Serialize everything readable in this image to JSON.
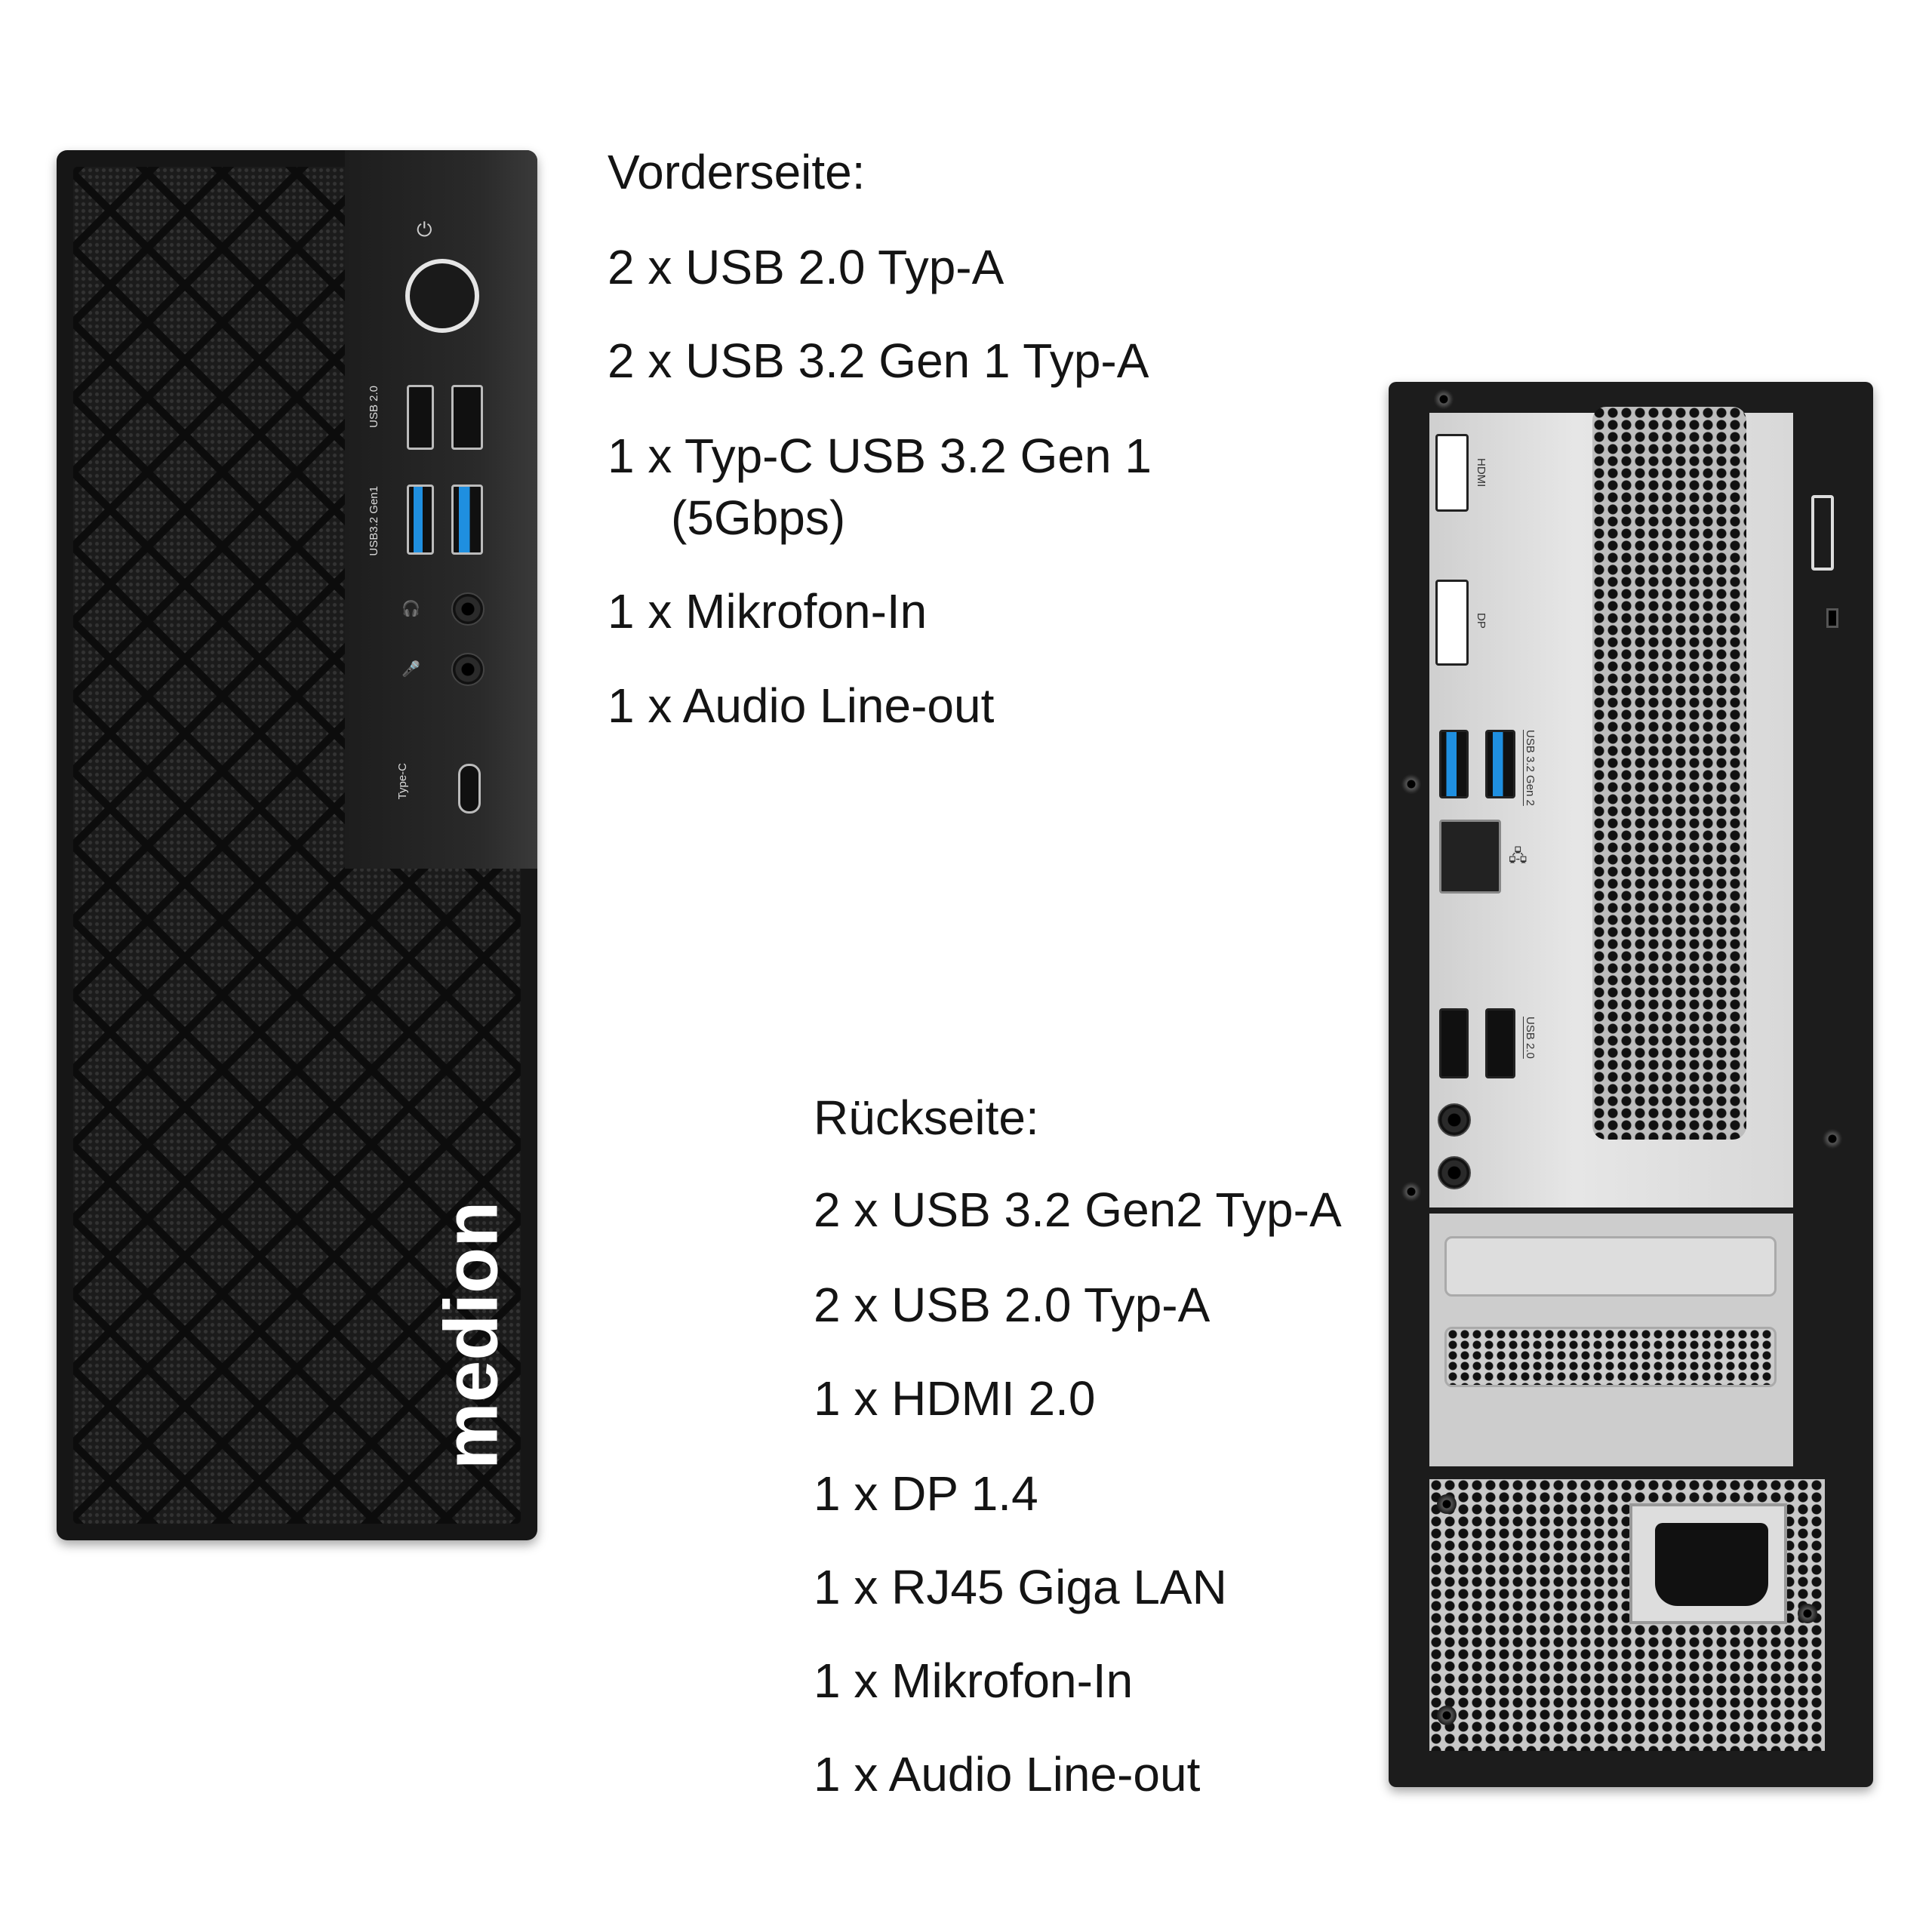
{
  "front": {
    "heading": "Vorderseite:",
    "items": [
      "2 x USB 2.0 Typ-A",
      "2 x USB 3.2 Gen 1 Typ-A",
      "1 x Typ-C USB 3.2 Gen 1",
      "(5Gbps)",
      "1 x Mikrofon-In",
      "1 x Audio Line-out"
    ],
    "labels": {
      "usb2": "USB 2.0",
      "usb3": "USB3.2 Gen1",
      "typec": "Type-C",
      "brand": "medion"
    }
  },
  "rear": {
    "heading": "Rückseite:",
    "items": [
      "2 x USB 3.2 Gen2 Typ-A",
      "2 x USB 2.0 Typ-A",
      "1 x HDMI 2.0",
      "1 x DP 1.4",
      "1 x RJ45 Giga LAN",
      "1 x Mikrofon-In",
      "1 x Audio Line-out"
    ],
    "labels": {
      "hdmi": "HDMI",
      "dp": "DP",
      "usb3": "USB 3.2 Gen 2",
      "usb2": "USB 2.0"
    }
  },
  "colors": {
    "usb3_blue": "#1f8fe0",
    "case": "#161616",
    "io_panel": "#d8d8d8"
  }
}
